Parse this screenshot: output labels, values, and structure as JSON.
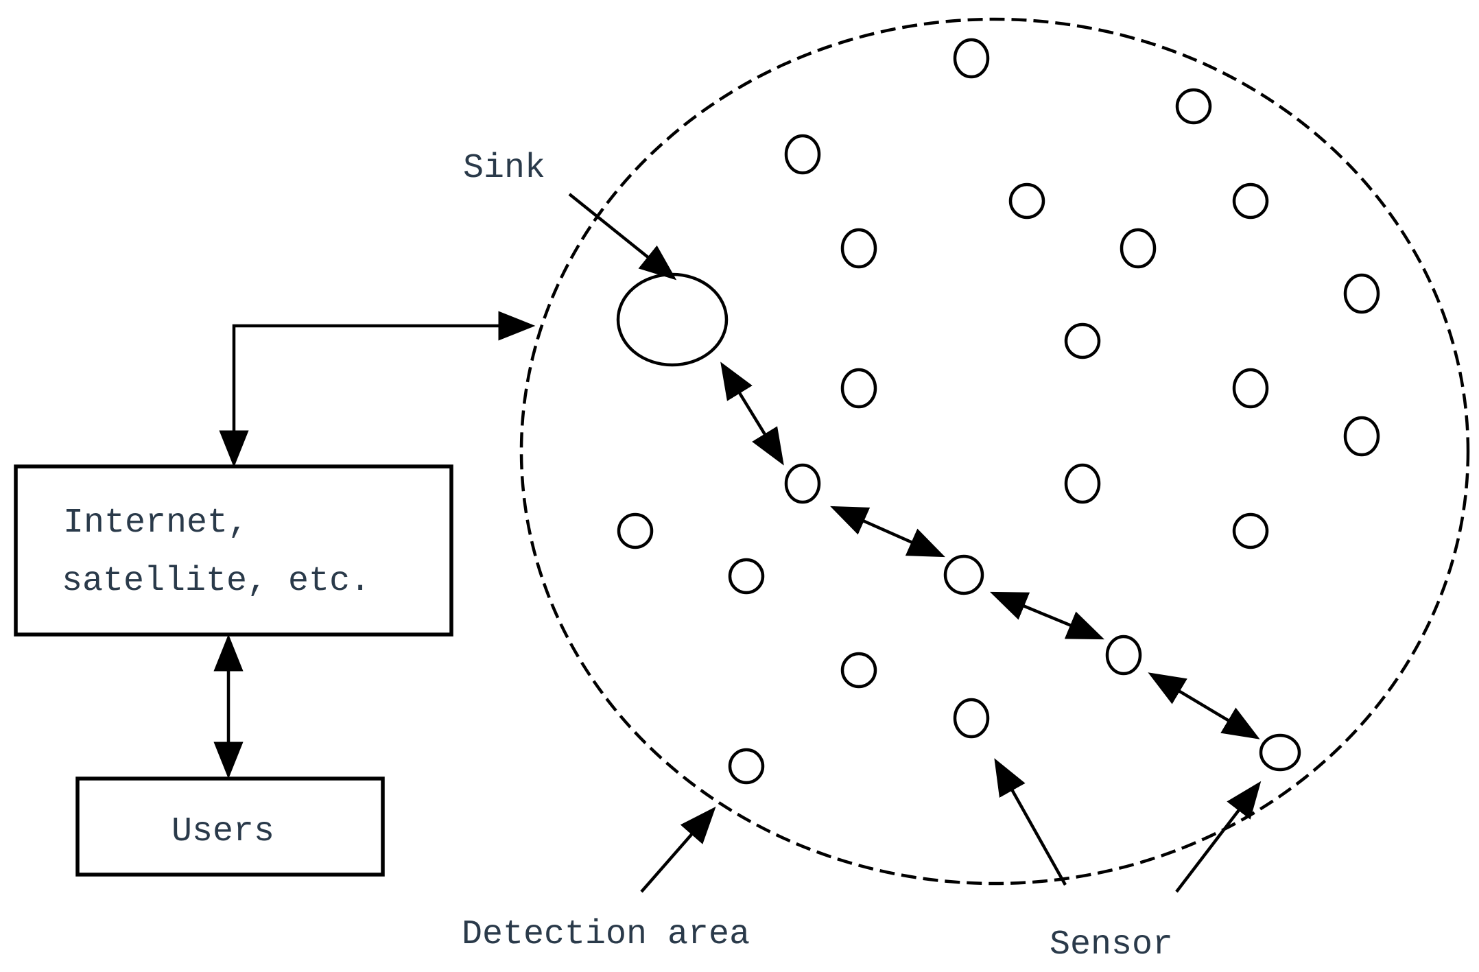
{
  "labels": {
    "sink": "Sink",
    "internet_line1": "Internet,",
    "internet_line2": "satellite, etc.",
    "users": "Users",
    "detection_area": "Detection area",
    "sensor": "Sensor"
  },
  "colors": {
    "stroke": "#000000",
    "text": "#2a3a4a",
    "background": "#ffffff"
  }
}
